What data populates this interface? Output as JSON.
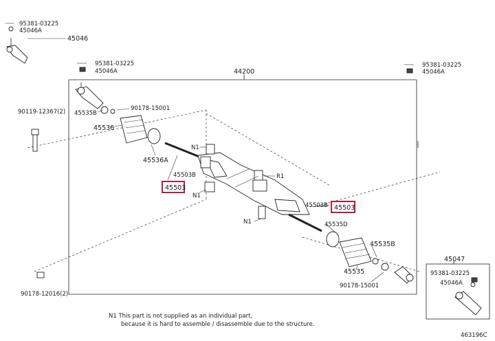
{
  "labels": {
    "p_95381_03225_tl": "95381-03225",
    "p_45046A_tl": "45046A",
    "p_45046": "45046",
    "p_95381_03225_tm": "95381-03225",
    "p_45046A_tm": "45046A",
    "p_44200": "44200",
    "p_95381_03225_tr": "95381-03225",
    "p_45046A_tr": "45046A",
    "p_90119_12367": "90119-12367(2)",
    "p_45535B_l": "45535B",
    "p_90178_15001_l": "90178-15001",
    "p_45536": "45536",
    "p_45536A": "45536A",
    "p_N1_a": "N1",
    "p_45503B_l": "45503B",
    "p_45503_l": "45503",
    "p_N1_b": "N1",
    "p_R1": "R1",
    "p_45503B_r": "45503B",
    "p_45503_r": "45503",
    "p_N1_c": "N1",
    "p_45535D": "45535D",
    "p_45535B_r": "45535B",
    "p_45535": "45535",
    "p_90178_15001_r": "90178-15001",
    "p_45047": "45047",
    "p_95381_03225_br": "95381-03225",
    "p_45046A_br": "45046A",
    "p_90178_12016": "90178-12016(2)",
    "p_catalog": "463196C"
  },
  "note": {
    "line1": "N1 This part is not supplied as an individual part,",
    "line2": "because it is hard to assemble / disassemble due to the structure."
  },
  "colors": {
    "highlight": "#b0203a",
    "line": "#222222",
    "background": "#ffffff"
  }
}
